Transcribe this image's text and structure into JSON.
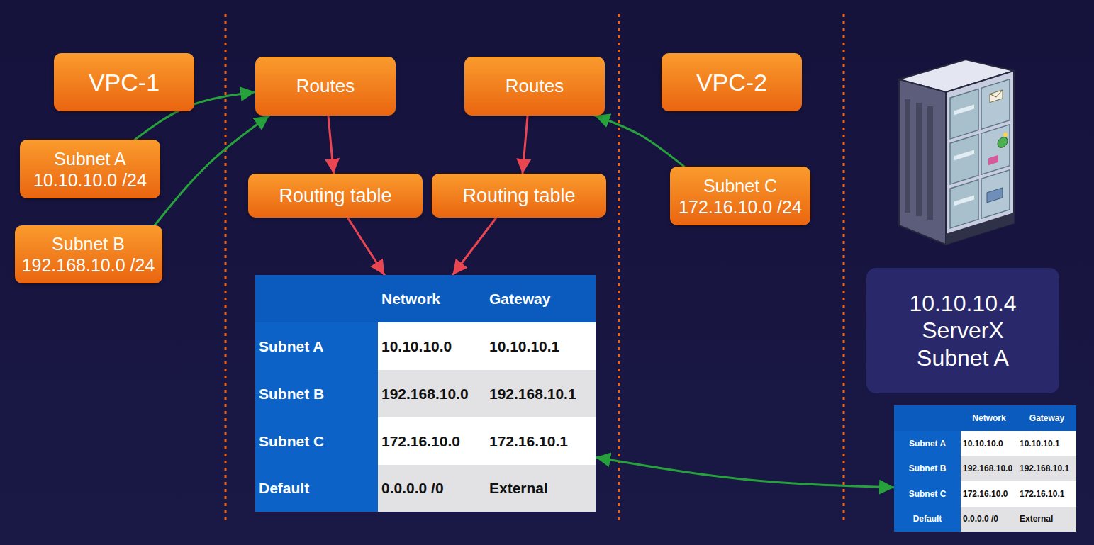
{
  "diagram": {
    "nodes": [
      {
        "text": [
          "VPC-1"
        ]
      },
      {
        "text": [
          "Routes"
        ]
      },
      {
        "text": [
          "Routes"
        ]
      },
      {
        "text": [
          "VPC-2"
        ]
      },
      {
        "text": [
          "Subnet A",
          "10.10.10.0 /24"
        ]
      },
      {
        "text": [
          "Routing table"
        ]
      },
      {
        "text": [
          "Routing table"
        ]
      },
      {
        "text": [
          "Subnet C",
          "172.16.10.0 /24"
        ]
      },
      {
        "text": [
          "Subnet B",
          "192.168.10.0 /24"
        ]
      },
      {
        "text": [
          "Network",
          "Gateway",
          "Subnet A",
          "10.10.10.0",
          "10.10.10.1",
          "Subnet B",
          "192.168.10.0",
          "192.168.10.1",
          "Subnet C",
          "172.16.10.0",
          "172.16.10.1",
          "Default",
          "0.0.0.0 /0",
          "External"
        ]
      },
      {
        "text": [
          "10.10.10.4",
          "ServerX",
          "Subnet A"
        ]
      },
      {
        "text": [
          "Network",
          "Gateway",
          "Subnet A",
          "10.10.10.0",
          "10.10.10.1",
          "Subnet B",
          "192.168.10.0",
          "192.168.10.1",
          "Subnet C",
          "172.16.10.0",
          "172.16.10.1",
          "Default",
          "0.0.0.0 /0",
          "External"
        ]
      }
    ],
    "edges": [
      {
        "from": 4,
        "to": 1,
        "arrow": "to"
      },
      {
        "from": 8,
        "to": 1,
        "arrow": "to"
      },
      {
        "from": 7,
        "to": 2,
        "arrow": "to"
      },
      {
        "from": 1,
        "to": 5,
        "arrow": "to"
      },
      {
        "from": 2,
        "to": 6,
        "arrow": "to"
      },
      {
        "from": 5,
        "to": 9,
        "arrow": "to"
      },
      {
        "from": 6,
        "to": 9,
        "arrow": "to"
      },
      {
        "from": 9,
        "to": 11,
        "arrow": "both"
      }
    ]
  }
}
